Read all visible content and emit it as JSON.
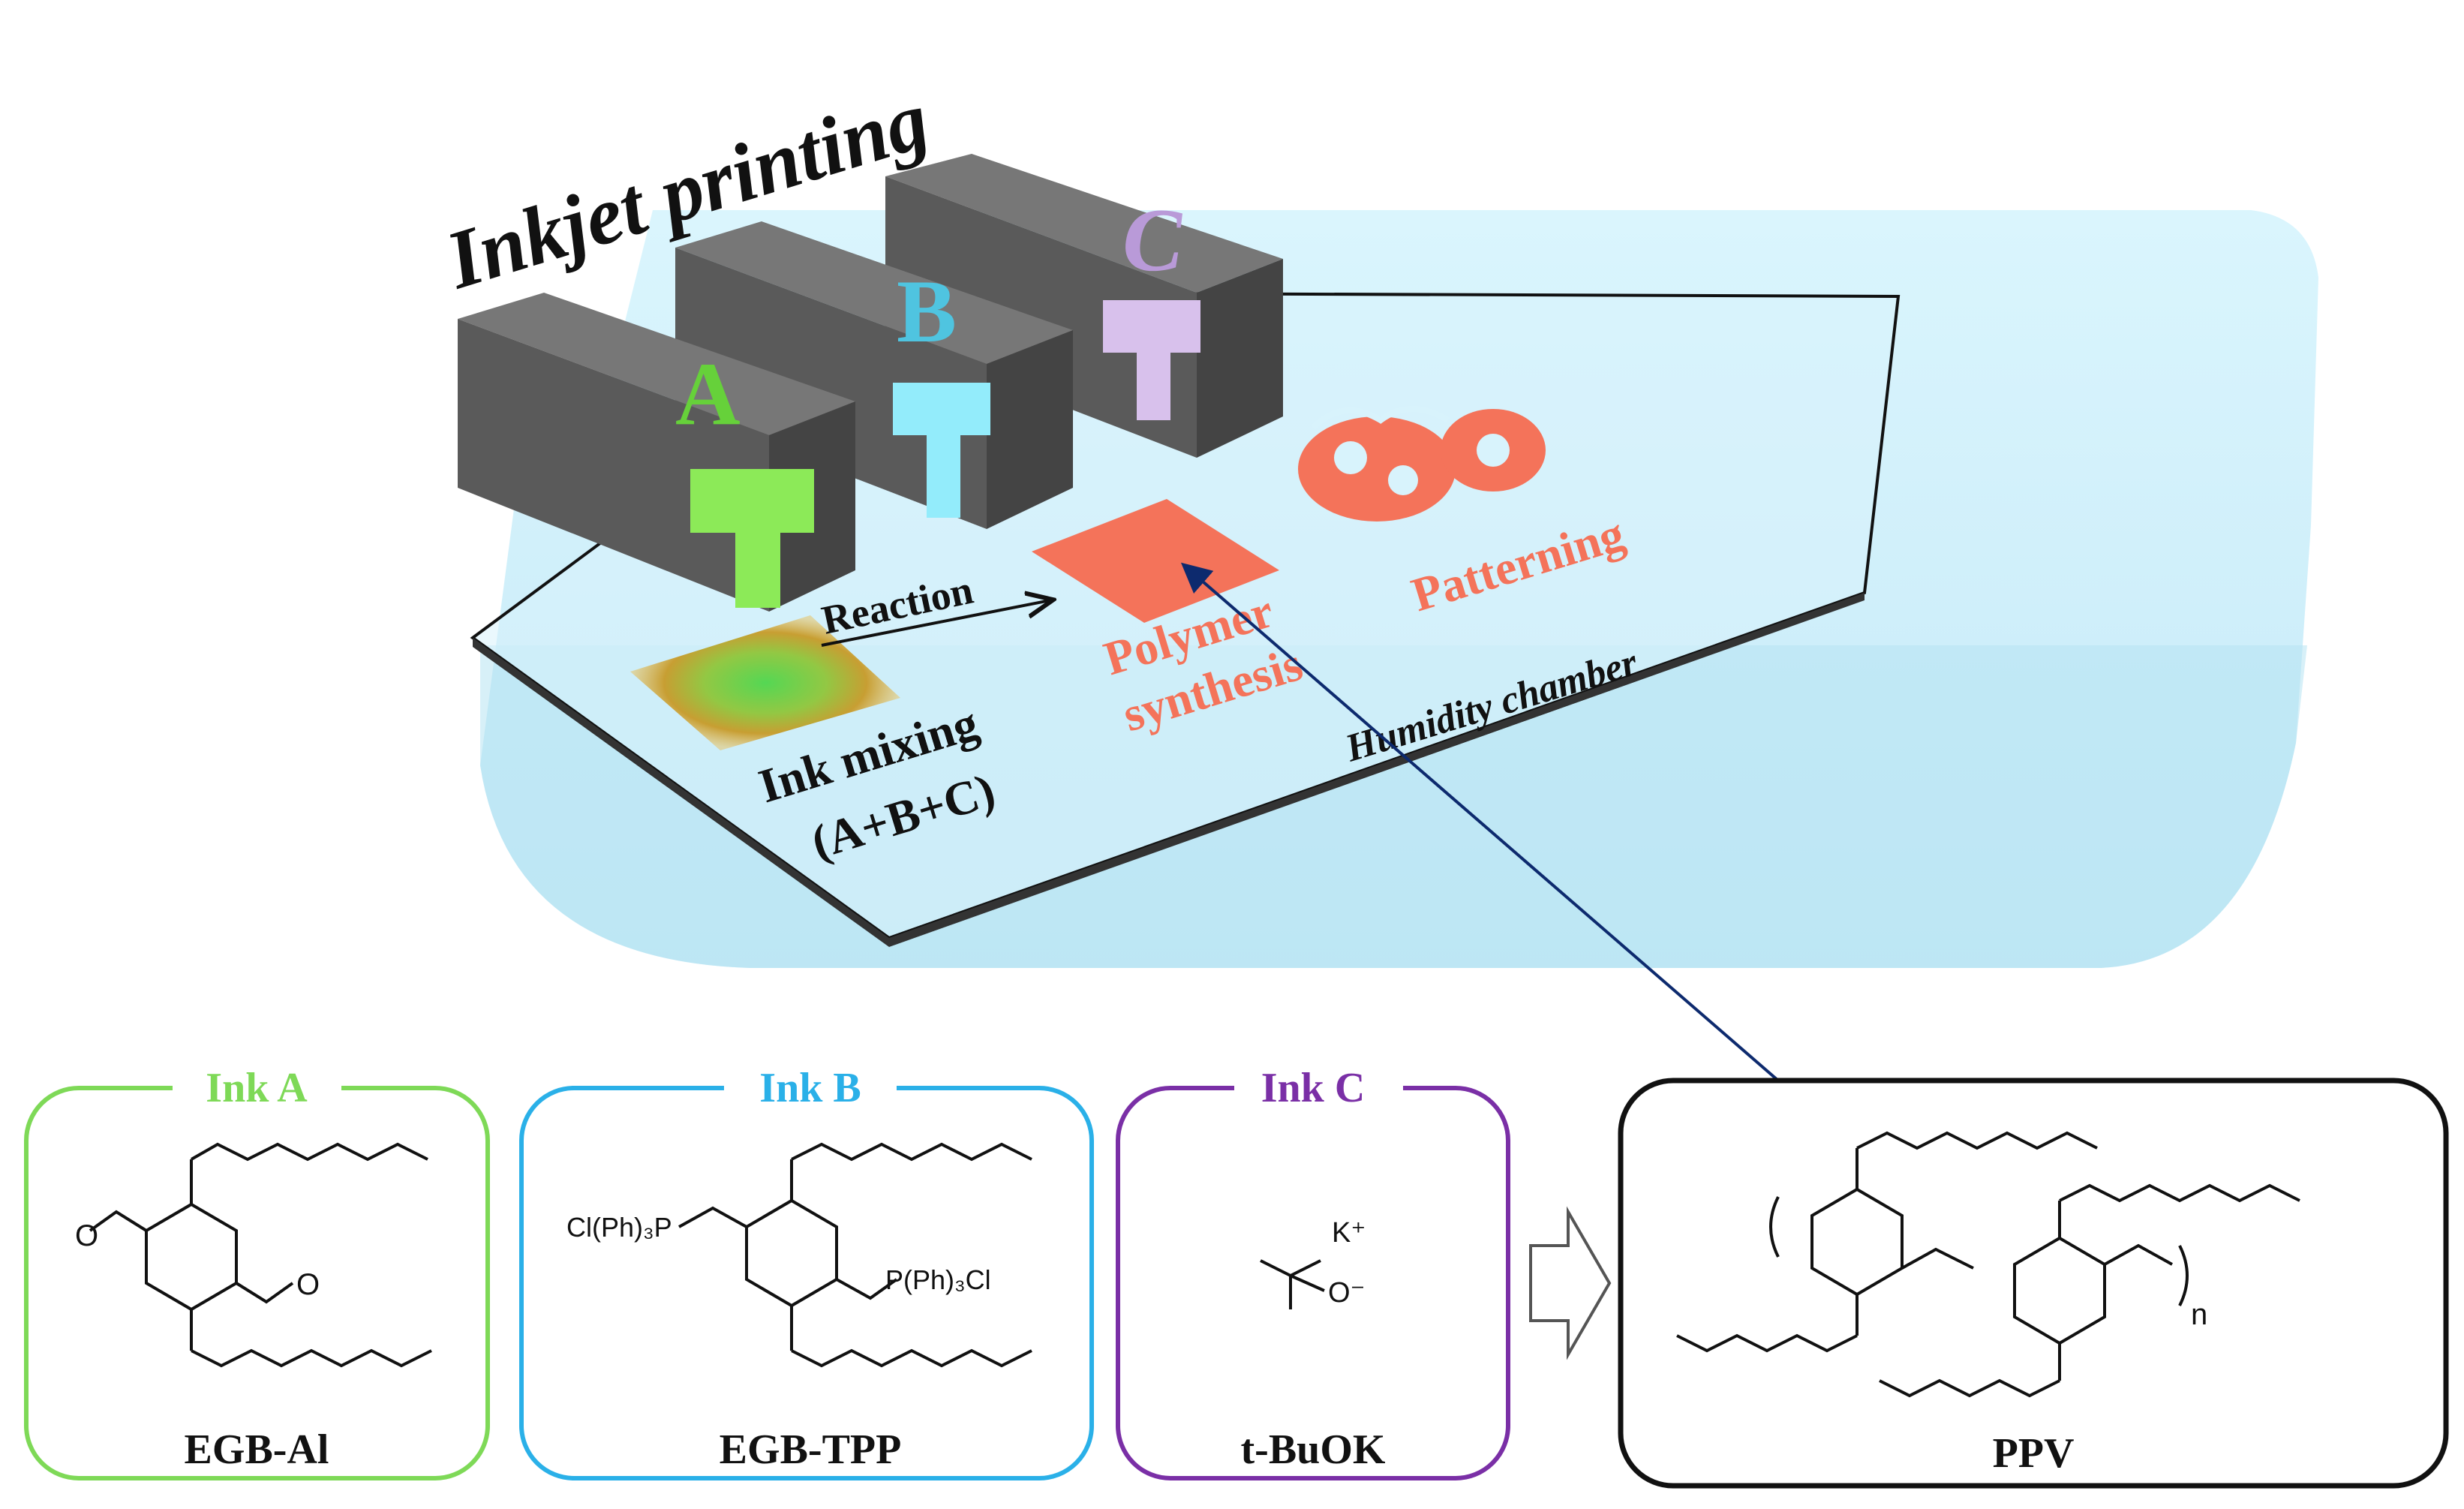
{
  "title": "Inkjet printing",
  "printheads": [
    {
      "letter": "A",
      "color": "#8cea58",
      "letter_color": "#66d13a"
    },
    {
      "letter": "B",
      "color": "#93ecfb",
      "letter_color": "#4fc4e0"
    },
    {
      "letter": "C",
      "color": "#d8c1ec",
      "letter_color": "#b99ad8"
    }
  ],
  "stage_labels": {
    "reaction": "Reaction",
    "ink_mixing": "Ink mixing",
    "ink_mixing_sub": "(A+B+C)",
    "polymer": "Polymer",
    "synthesis": "synthesis",
    "patterning": "Patterning",
    "chamber": "Humidity chamber"
  },
  "boxes": [
    {
      "header": "Ink A",
      "compound": "EGB-Al",
      "color": "#7ed957"
    },
    {
      "header": "Ink B",
      "compound": "EGB-TPP",
      "color": "#2ab0e8"
    },
    {
      "header": "Ink C",
      "compound": "t-BuOK",
      "color": "#7a2fa6"
    },
    {
      "header": "",
      "compound": "PPV",
      "color": "#111111"
    }
  ],
  "chem_text": {
    "ink_b_left": "Cl(Ph)₃P",
    "ink_b_right": "P(Ph)₃Cl",
    "ink_c_cation": "K⁺",
    "ink_c_anion": "O⁻",
    "ink_a_o1": "O",
    "ink_a_o2": "O",
    "ppv_n": "n"
  },
  "colors": {
    "chamber": "#cdeefa",
    "printhead_body": "#5a5a5a",
    "product": "#f4735a",
    "pointer_arrow": "#0d2a6e"
  }
}
